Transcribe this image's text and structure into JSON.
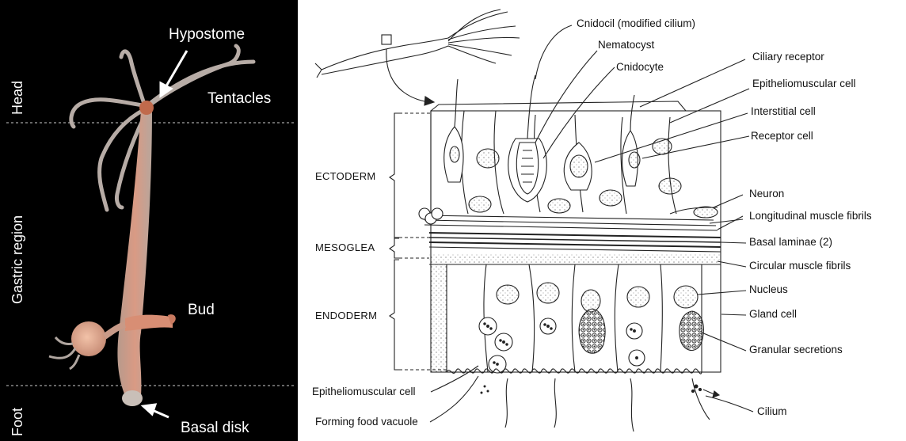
{
  "photo": {
    "region_labels": {
      "head": "Head",
      "gastric": "Gastric region",
      "foot": "Foot"
    },
    "part_labels": {
      "hypostome": "Hypostome",
      "tentacles": "Tentacles",
      "bud": "Bud",
      "basal_disk": "Basal disk"
    }
  },
  "diagram": {
    "layers": {
      "ectoderm": "ECTODERM",
      "mesoglea": "MESOGLEA",
      "endoderm": "ENDODERM"
    },
    "callouts": {
      "cnidocil": "Cnidocil (modified cilium)",
      "nematocyst": "Nematocyst",
      "cnidocyte": "Cnidocyte",
      "ciliary_receptor": "Ciliary receptor",
      "epitheliomuscular_top": "Epitheliomuscular cell",
      "interstitial": "Interstitial cell",
      "receptor": "Receptor cell",
      "neuron": "Neuron",
      "longitudinal": "Longitudinal muscle fibrils",
      "basal_laminae": "Basal laminae (2)",
      "circular": "Circular muscle fibrils",
      "nucleus": "Nucleus",
      "gland": "Gland cell",
      "granular": "Granular secretions",
      "cilium": "Cilium",
      "epitheliomuscular_bottom": "Epitheliomuscular cell",
      "food_vacuole": "Forming food vacuole"
    }
  }
}
